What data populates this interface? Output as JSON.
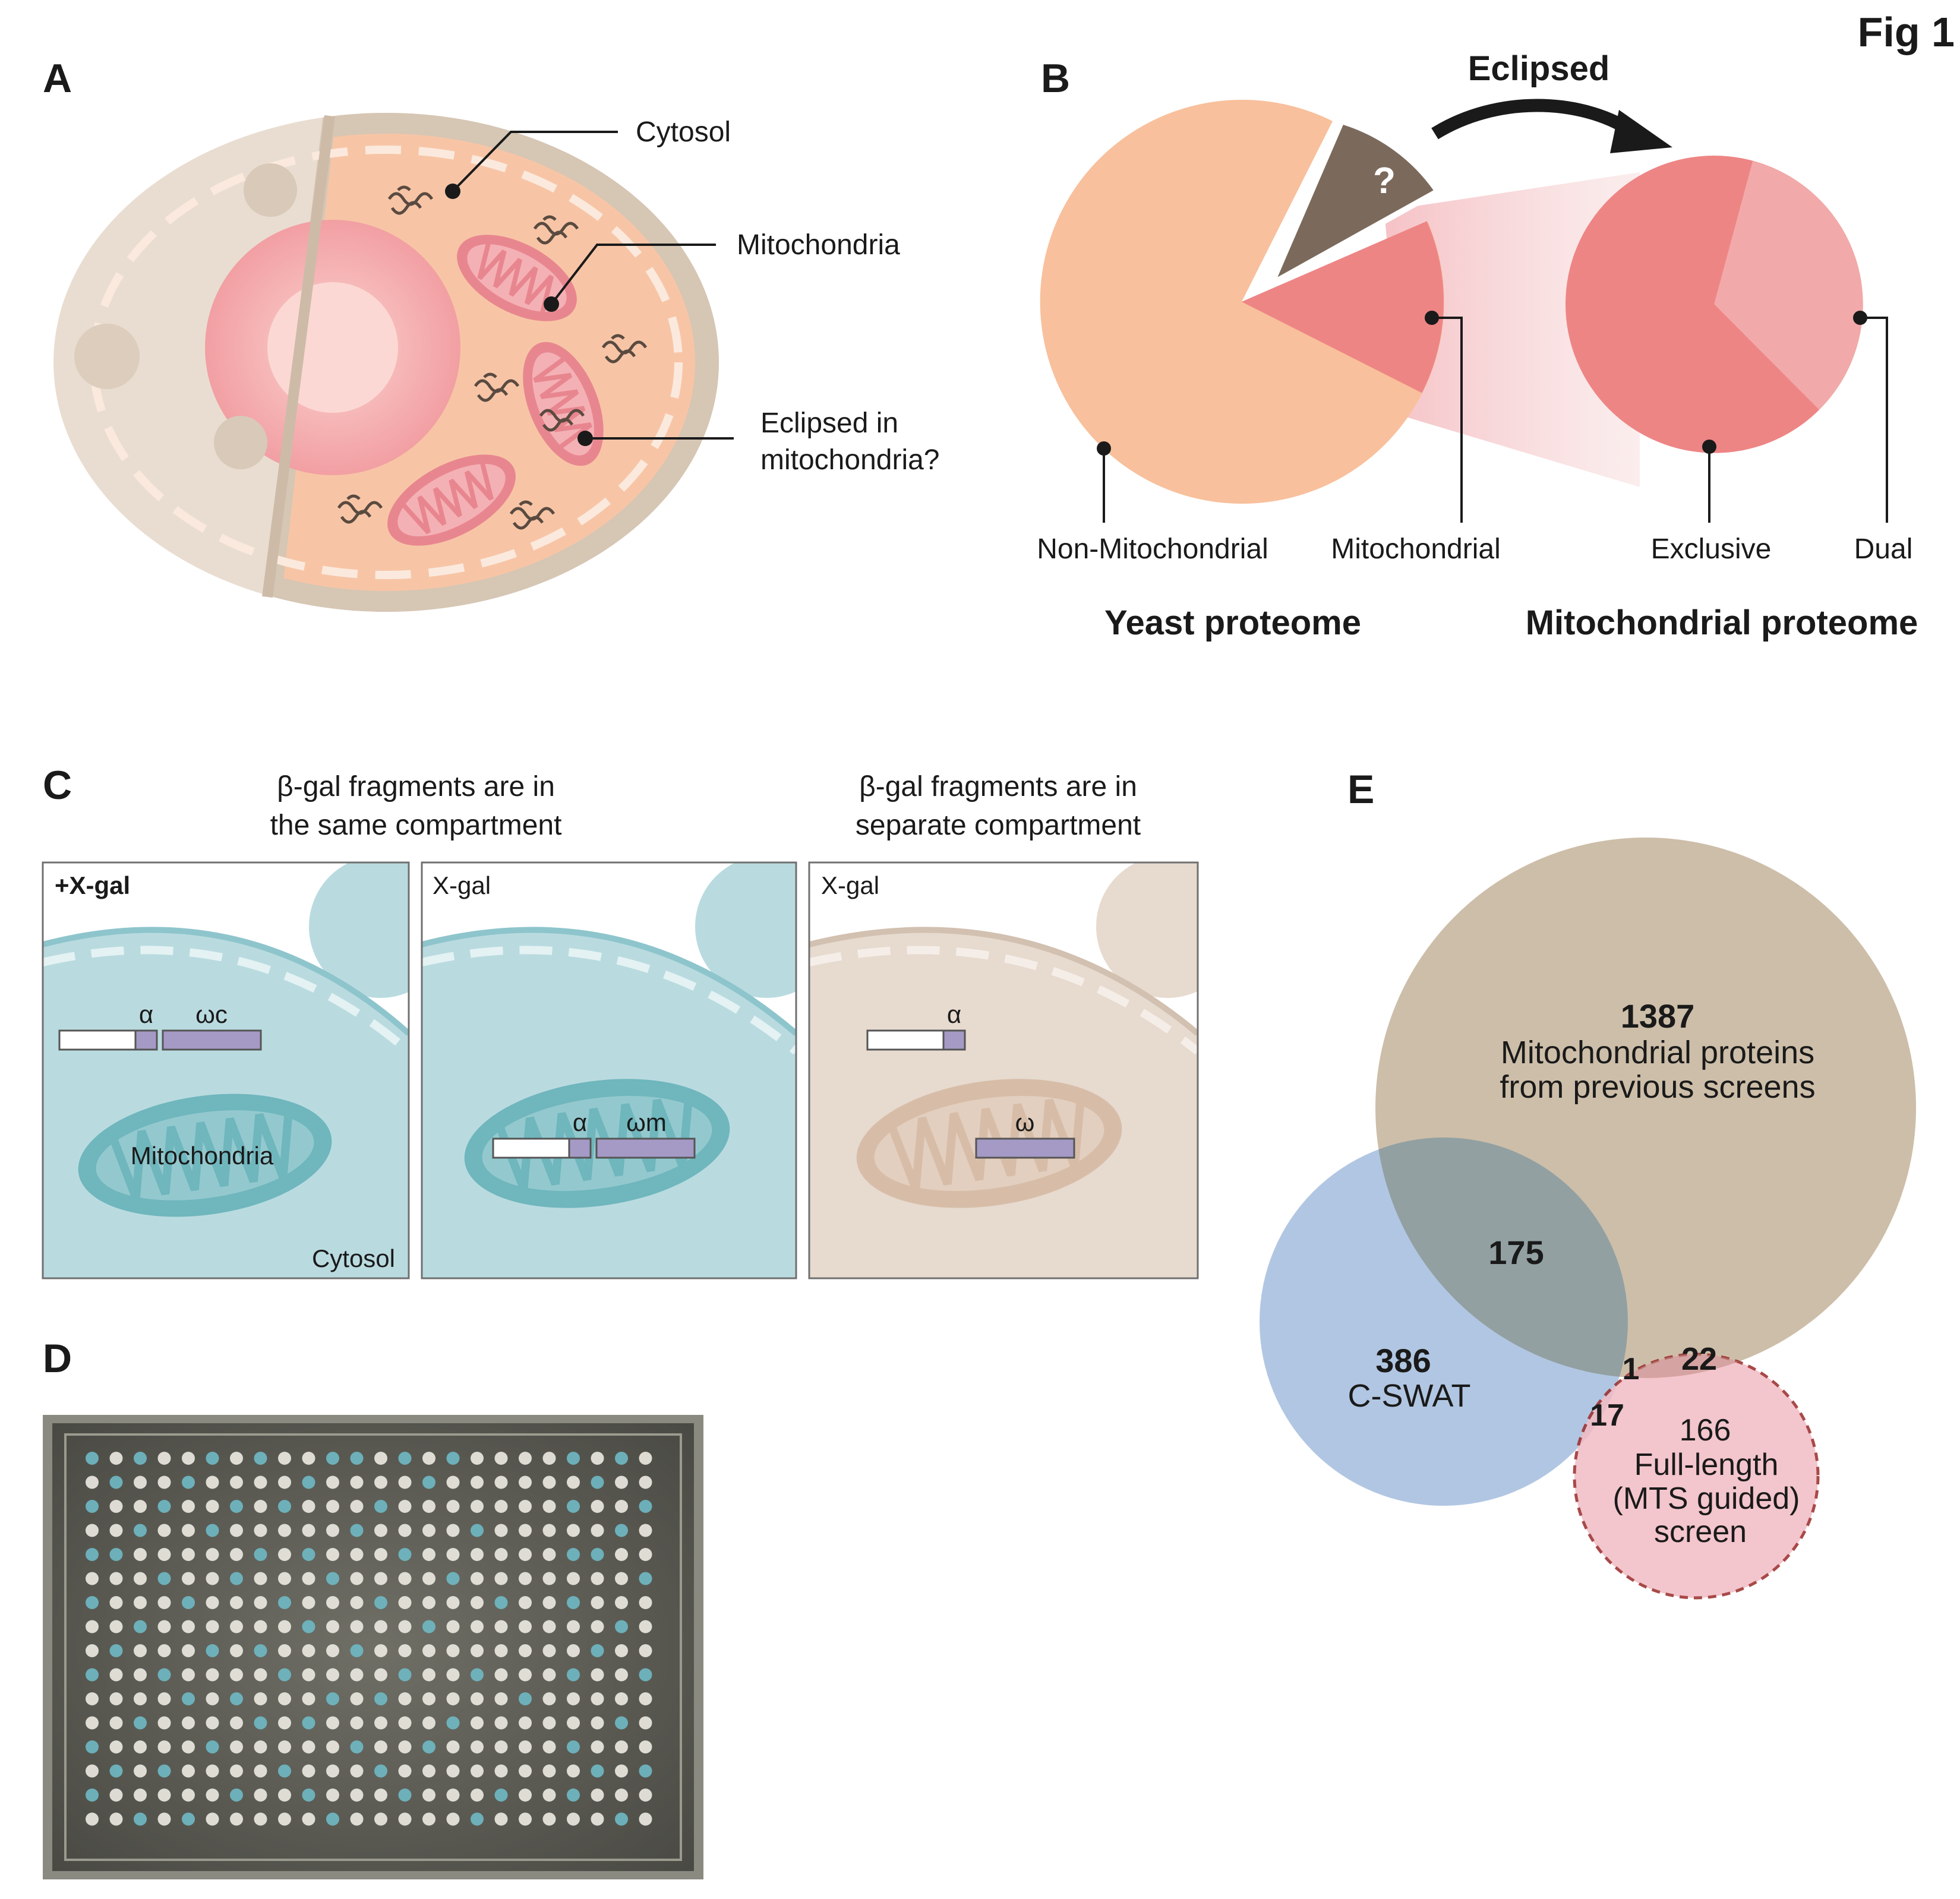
{
  "figure_label": "Fig 1",
  "panels": {
    "A": {
      "letter": "A",
      "labels": {
        "cytosol": "Cytosol",
        "mitochondria": "Mitochondria",
        "eclipsed_line1": "Eclipsed in",
        "eclipsed_line2": "mitochondria?"
      }
    },
    "B": {
      "letter": "B",
      "arrow_label": "Eclipsed",
      "question_mark": "?",
      "labels": {
        "non_mito": "Non-Mitochondrial",
        "mito": "Mitochondrial",
        "exclusive": "Exclusive",
        "dual": "Dual"
      },
      "titles": {
        "yeast": "Yeast proteome",
        "mito": "Mitochondrial proteome"
      },
      "colors": {
        "non_mito": "#f8c09c",
        "mito": "#ee8585",
        "eclipsed": "#7b6a5c",
        "dual": "#f2a9a9"
      }
    },
    "C": {
      "letter": "C",
      "header_same_1": "β-gal fragments are in",
      "header_same_2": "the same compartment",
      "header_sep_1": "β-gal fragments are in",
      "header_sep_2": "separate compartment",
      "boxes": [
        {
          "label": "+X-gal",
          "frag_left": "α",
          "frag_right": "ωc",
          "mito": "Mitochondria",
          "cytosol": "Cytosol"
        },
        {
          "label": "X-gal",
          "frag_left": "α",
          "frag_right": "ωm"
        },
        {
          "label": "X-gal",
          "frag_left": "α",
          "frag_right": "ω"
        }
      ],
      "colors": {
        "teal_bg": "#b9dbe0",
        "tan_bg": "#e7dacf",
        "fragment": "#a59ac6"
      }
    },
    "D": {
      "letter": "D"
    },
    "E": {
      "letter": "E",
      "sets": {
        "previous": {
          "count": "1387",
          "line1": "Mitochondrial proteins",
          "line2": "from previous screens",
          "color": "#c8b7a0"
        },
        "cswat": {
          "count": "386",
          "line1": "C-SWAT",
          "color": "#a9c0df"
        },
        "fulllength": {
          "count": "166",
          "line1": "Full-length",
          "line2": "(MTS guided)",
          "line3": "screen",
          "color": "#f2bcc4"
        }
      },
      "overlaps": {
        "prev_cswat": "175",
        "all_three": "1",
        "prev_full": "22",
        "cswat_full": "17"
      }
    }
  }
}
